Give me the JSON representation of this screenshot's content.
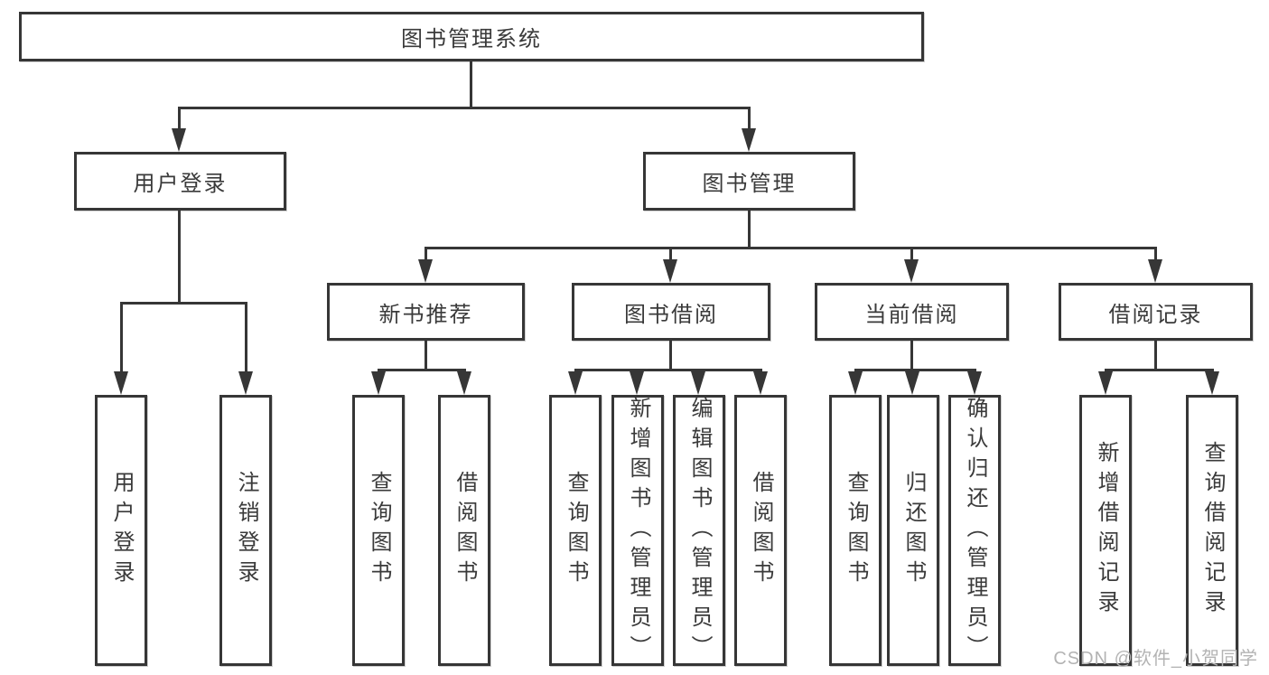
{
  "tree": {
    "root": "图书管理系统",
    "children": [
      {
        "label": "用户登录",
        "children": [
          "用户登录",
          "注销登录"
        ]
      },
      {
        "label": "图书管理",
        "children": [
          {
            "label": "新书推荐",
            "children": [
              "查询图书",
              "借阅图书"
            ]
          },
          {
            "label": "图书借阅",
            "children": [
              "查询图书",
              "新增图书（管理员）",
              "编辑图书（管理员）",
              "借阅图书"
            ]
          },
          {
            "label": "当前借阅",
            "children": [
              "查询图书",
              "归还图书",
              "确认归还（管理员）"
            ]
          },
          {
            "label": "借阅记录",
            "children": [
              "新增借阅记录",
              "查询借阅记录"
            ]
          }
        ]
      }
    ]
  },
  "watermark": {
    "text": "CSDN @软件_小贺同学"
  },
  "colors": {
    "line": "#363636",
    "text": "#3a3a3a",
    "watermark": "#b3b3b3",
    "background": "#ffffff"
  }
}
